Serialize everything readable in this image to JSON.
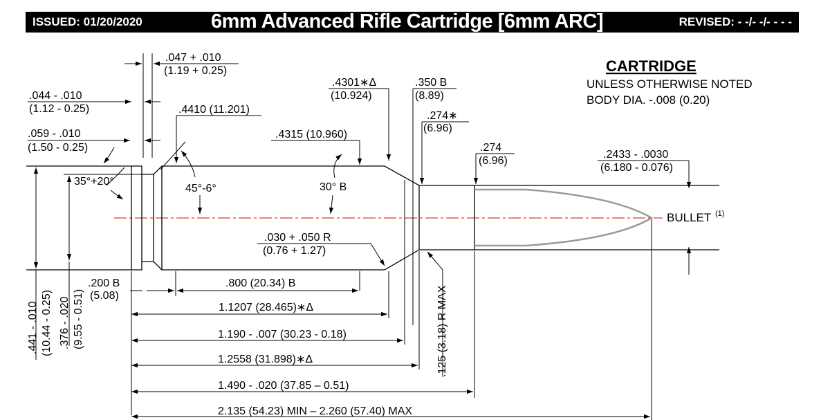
{
  "header": {
    "issued": "ISSUED:  01/20/2020",
    "title": "6mm Advanced Rifle Cartridge [6mm ARC]",
    "revised": "REVISED:  - -/- -/- - - -"
  },
  "section": {
    "heading": "CARTRIDGE",
    "note1": "UNLESS OTHERWISE NOTED",
    "note2": "BODY DIA. -.008 (0.20)"
  },
  "bullet_label": "BULLET",
  "bullet_sup": "(1)",
  "dims": {
    "rim_width_in": ".047 + .010",
    "rim_width_mm": "(1.19 + 0.25)",
    "groove_width_in": ".044 - .010",
    "groove_width_mm": "(1.12 - 0.25)",
    "groove_dia_in": ".059 - .010",
    "groove_dia_mm": "(1.50 - 0.25)",
    "base_dia": ".4410 (11.201)",
    "shoulder_dia_in": ".4301∗Δ",
    "shoulder_dia_mm": "(10.924)",
    "neck_len_in": ".350 B",
    "neck_len_mm": "(8.89)",
    "neck_dia_in": ".274∗",
    "neck_dia_mm": "(6.96)",
    "body_dia": ".4315 (10.960)",
    "neck_dia2_in": ".274",
    "neck_dia2_mm": "(6.96)",
    "bullet_dia_in": ".2433 - .0030",
    "bullet_dia_mm": "(6.180 - 0.076)",
    "chamfer_angle": "35°+20°",
    "extractor_angle": "45°-6°",
    "shoulder_angle": "30° B",
    "fillet_in": ".030 + .050 R",
    "fillet_mm": "(0.76 + 1.27)",
    "rim_dia_in": ".441 - .010",
    "rim_dia_mm": "(10.44 - 0.25)",
    "groove_d2_in": ".376 - .020",
    "groove_d2_mm": "(9.55 - 0.51)",
    "head_len_in": ".200  B",
    "head_len_mm": "(5.08)",
    "body_len": ".800  (20.34) B",
    "datum_len": "1.1207 (28.465)∗Δ",
    "shoulder_len": "1.190 - .007 (30.23 - 0.18)",
    "neck_start": "1.2558 (31.898)∗Δ",
    "case_len": "1.490 - .020 (37.85 – 0.51)",
    "coal": "2.135 (54.23) MIN – 2.260 (57.40) MAX",
    "neck_radius": ".125 (3.18) R MAX"
  }
}
